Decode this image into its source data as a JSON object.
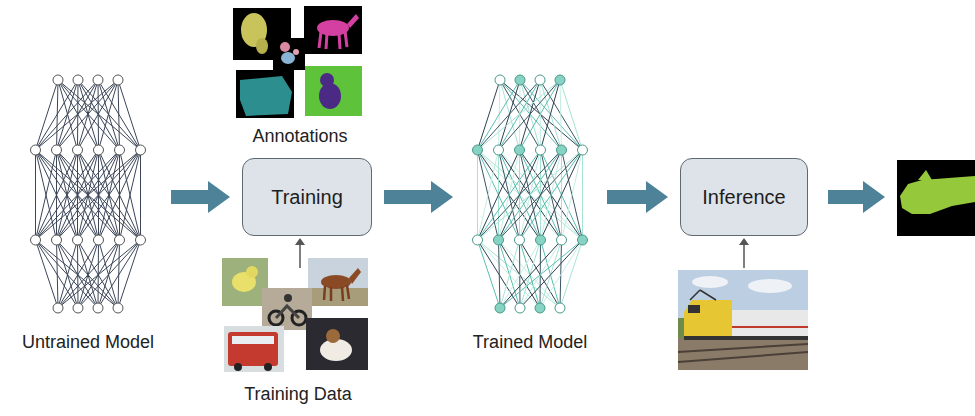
{
  "diagram": {
    "nodes": [
      {
        "text": [
          "Untrained Model"
        ]
      },
      {
        "text": [
          "Training"
        ]
      },
      {
        "text": [
          "Trained Model"
        ]
      },
      {
        "text": [
          "Inference"
        ]
      }
    ],
    "edges": [
      {
        "from": 0,
        "to": 1,
        "arrow": "to"
      },
      {
        "from": 1,
        "to": 2,
        "arrow": "to"
      },
      {
        "from": 2,
        "to": 3,
        "arrow": "to"
      }
    ],
    "labels": [
      "Annotations",
      "Training Data"
    ]
  }
}
